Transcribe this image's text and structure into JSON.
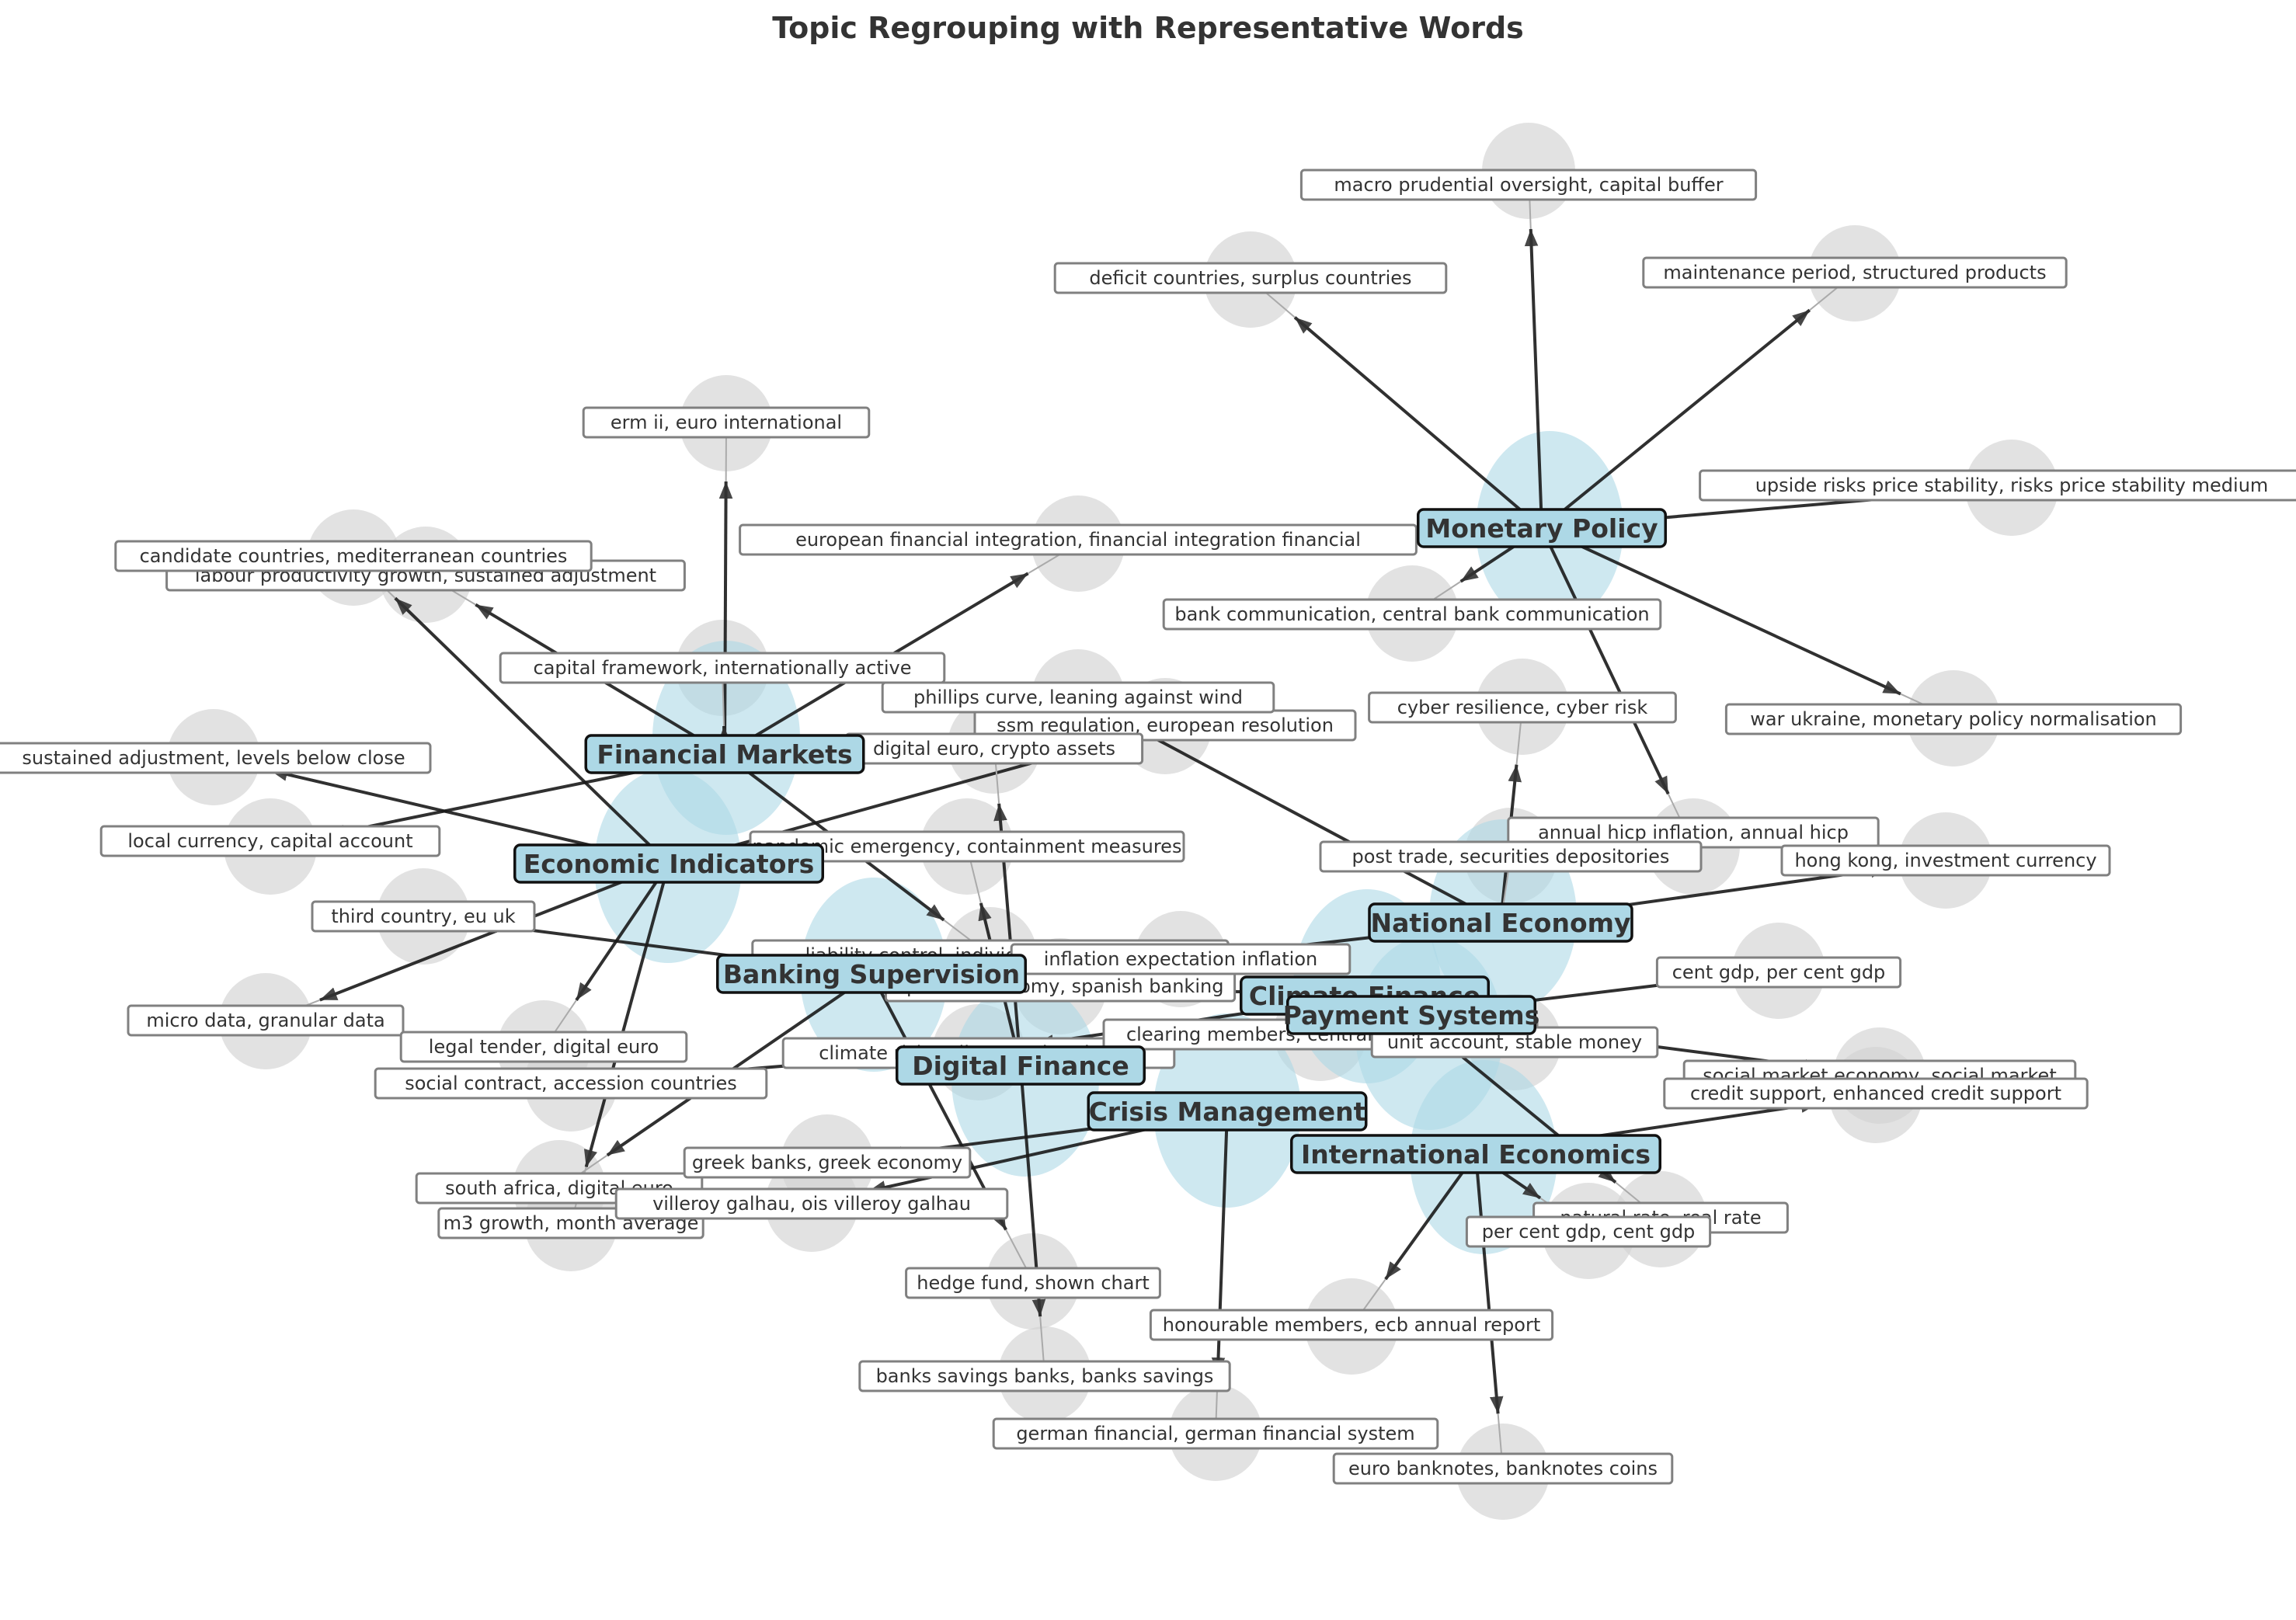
{
  "title": "Topic Regrouping with Representative Words",
  "colors": {
    "hub_fill": "#add8e6",
    "hub_circle": "#add8e6",
    "leaf_circle": "#d3d3d3",
    "edge": "#1a1a1a",
    "leaf_edge": "#aaaaaa",
    "text": "#333333",
    "label_border": "#808080"
  },
  "chart_data": {
    "type": "network",
    "title": "Topic Regrouping with Representative Words",
    "hubs": [
      {
        "id": "monetary_policy",
        "label": "Monetary Policy"
      },
      {
        "id": "financial_markets",
        "label": "Financial Markets"
      },
      {
        "id": "economic_indicators",
        "label": "Economic Indicators"
      },
      {
        "id": "banking_supervision",
        "label": "Banking Supervision"
      },
      {
        "id": "digital_finance",
        "label": "Digital Finance"
      },
      {
        "id": "climate_finance",
        "label": "Climate Finance"
      },
      {
        "id": "payment_systems",
        "label": "Payment Systems"
      },
      {
        "id": "national_economy",
        "label": "National Economy"
      },
      {
        "id": "crisis_management",
        "label": "Crisis Management"
      },
      {
        "id": "international_economics",
        "label": "International Economics"
      }
    ],
    "leaves": [
      {
        "label": "macro prudential oversight, capital buffer",
        "hub": "monetary_policy"
      },
      {
        "label": "deficit countries, surplus countries",
        "hub": "monetary_policy"
      },
      {
        "label": "maintenance period, structured products",
        "hub": "monetary_policy"
      },
      {
        "label": "upside risks price stability, risks price stability medium",
        "hub": "monetary_policy"
      },
      {
        "label": "war ukraine, monetary policy normalisation",
        "hub": "monetary_policy"
      },
      {
        "label": "bank communication, central bank communication",
        "hub": "monetary_policy"
      },
      {
        "label": "annual hicp inflation, annual hicp",
        "hub": "monetary_policy"
      },
      {
        "label": "erm ii, euro international",
        "hub": "financial_markets"
      },
      {
        "label": "european financial integration, financial integration financial",
        "hub": "financial_markets"
      },
      {
        "label": "labour productivity growth, sustained adjustment",
        "hub": "financial_markets"
      },
      {
        "label": "local currency, capital account",
        "hub": "financial_markets"
      },
      {
        "label": "capital framework, internationally active",
        "hub": "financial_markets"
      },
      {
        "label": "liability control, individual responsibility",
        "hub": "financial_markets"
      },
      {
        "label": "candidate countries, mediterranean countries",
        "hub": "economic_indicators"
      },
      {
        "label": "sustained adjustment, levels below close",
        "hub": "economic_indicators"
      },
      {
        "label": "micro data, granular data",
        "hub": "economic_indicators"
      },
      {
        "label": "legal tender, digital euro",
        "hub": "economic_indicators"
      },
      {
        "label": "m3 growth, month average",
        "hub": "economic_indicators"
      },
      {
        "label": "ssm regulation, european resolution",
        "hub": "economic_indicators"
      },
      {
        "label": "third country, eu uk",
        "hub": "banking_supervision"
      },
      {
        "label": "south africa, digital euro",
        "hub": "banking_supervision"
      },
      {
        "label": "hedge fund, shown chart",
        "hub": "banking_supervision"
      },
      {
        "label": "digital euro, crypto assets",
        "hub": "digital_finance"
      },
      {
        "label": "banks savings banks, banks savings",
        "hub": "digital_finance"
      },
      {
        "label": "pandemic emergency, containment measures",
        "hub": "digital_finance"
      },
      {
        "label": "spanish economy, spanish banking",
        "hub": "climate_finance"
      },
      {
        "label": "climate risks, climate related risks",
        "hub": "climate_finance"
      },
      {
        "label": "cent gdp, per cent gdp",
        "hub": "payment_systems"
      },
      {
        "label": "social market economy, social market",
        "hub": "payment_systems"
      },
      {
        "label": "social contract, accession countries",
        "hub": "payment_systems"
      },
      {
        "label": "natural rate, real rate",
        "hub": "payment_systems"
      },
      {
        "label": "clearing members, central counterparties",
        "hub": "payment_systems"
      },
      {
        "label": "unit account, stable money",
        "hub": "payment_systems"
      },
      {
        "label": "hong kong, investment currency",
        "hub": "national_economy"
      },
      {
        "label": "cyber resilience, cyber risk",
        "hub": "national_economy"
      },
      {
        "label": "phillips curve, leaning against wind",
        "hub": "national_economy"
      },
      {
        "label": "inflation expectation inflation",
        "hub": "national_economy"
      },
      {
        "label": "post trade, securities depositories",
        "hub": "national_economy"
      },
      {
        "label": "greek banks, greek economy",
        "hub": "crisis_management"
      },
      {
        "label": "german financial, german financial system",
        "hub": "crisis_management"
      },
      {
        "label": "villeroy galhau, ois villeroy galhau",
        "hub": "crisis_management"
      },
      {
        "label": "credit support, enhanced credit support",
        "hub": "international_economics"
      },
      {
        "label": "honourable members, ecb annual report",
        "hub": "international_economics"
      },
      {
        "label": "euro banknotes, banknotes coins",
        "hub": "international_economics"
      },
      {
        "label": "per cent gdp, cent gdp",
        "hub": "international_economics"
      }
    ]
  }
}
